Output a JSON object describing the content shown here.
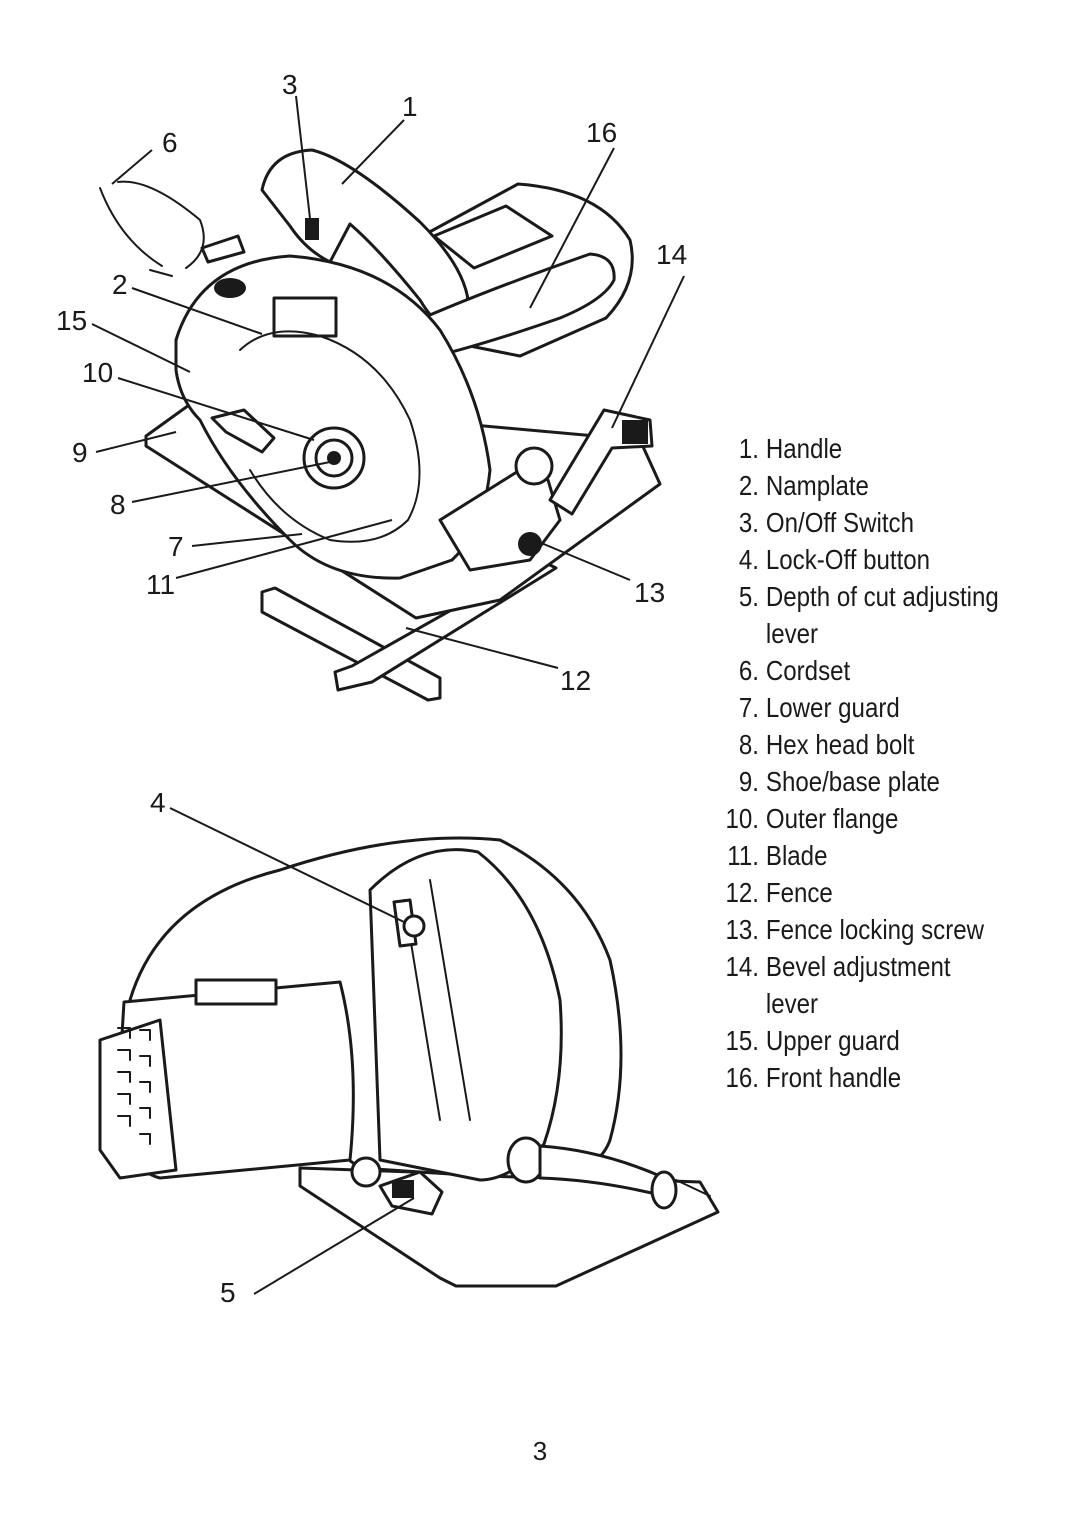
{
  "page": {
    "number": "3"
  },
  "parts": [
    {
      "num": "1.",
      "name": "Handle"
    },
    {
      "num": "2.",
      "name": "Namplate"
    },
    {
      "num": "3.",
      "name": "On/Off Switch"
    },
    {
      "num": "4.",
      "name": "Lock-Off button"
    },
    {
      "num": "5.",
      "name": "Depth of cut adjusting lever"
    },
    {
      "num": "6.",
      "name": "Cordset"
    },
    {
      "num": "7.",
      "name": "Lower guard"
    },
    {
      "num": "8.",
      "name": "Hex head bolt"
    },
    {
      "num": "9.",
      "name": "Shoe/base plate"
    },
    {
      "num": "10.",
      "name": "Outer flange"
    },
    {
      "num": "11.",
      "name": "Blade"
    },
    {
      "num": "12.",
      "name": "Fence"
    },
    {
      "num": "13.",
      "name": "Fence locking screw"
    },
    {
      "num": "14.",
      "name": "Bevel adjustment lever"
    },
    {
      "num": "15.",
      "name": "Upper guard"
    },
    {
      "num": "16.",
      "name": "Front handle"
    }
  ],
  "callouts": {
    "c1": "1",
    "c2": "2",
    "c3": "3",
    "c4": "4",
    "c5": "5",
    "c6": "6",
    "c7": "7",
    "c8": "8",
    "c9": "9",
    "c10": "10",
    "c11": "11",
    "c12": "12",
    "c13": "13",
    "c14": "14",
    "c15": "15",
    "c16": "16"
  }
}
